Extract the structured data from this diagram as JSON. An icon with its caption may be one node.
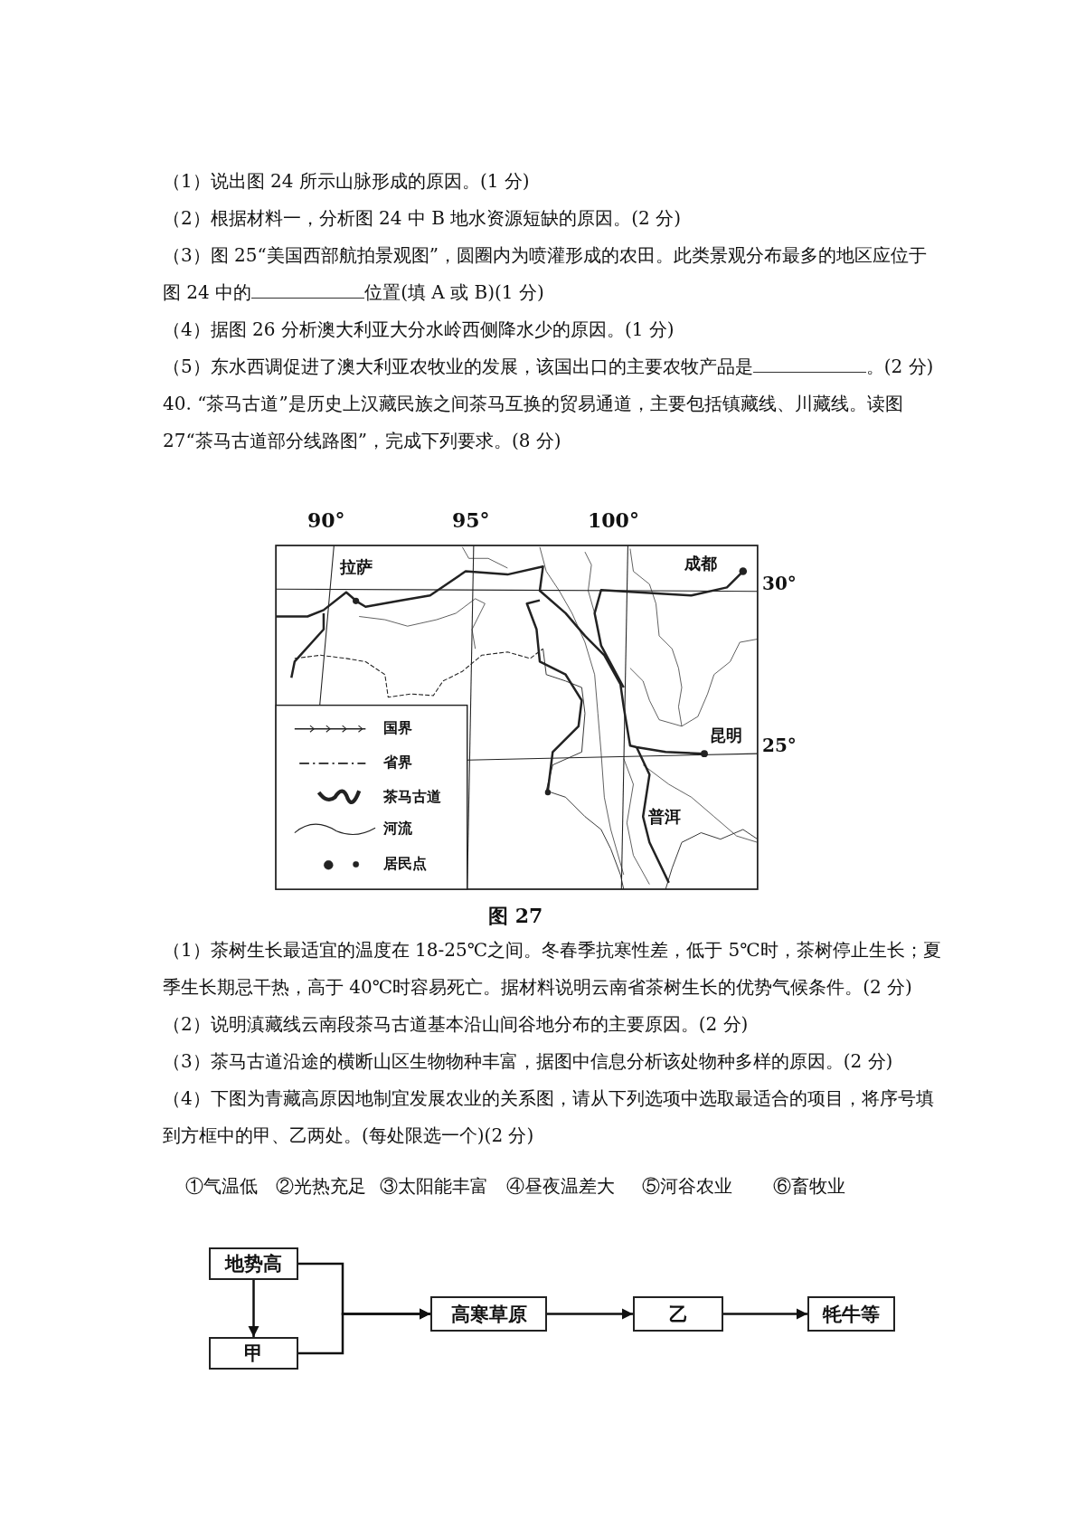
{
  "diagram": {
    "nodes": [
      {
        "text": [
          "地势高"
        ]
      },
      {
        "text": [
          "甲"
        ]
      },
      {
        "text": [
          "高寒草原"
        ]
      },
      {
        "text": [
          "乙"
        ]
      },
      {
        "text": [
          "牦牛等"
        ]
      }
    ],
    "edges": [
      {
        "from": 0,
        "to": 1,
        "arrow": "to"
      },
      {
        "from": 0,
        "to": 2,
        "arrow": "to"
      },
      {
        "from": 1,
        "to": 2,
        "arrow": "to"
      },
      {
        "from": 2,
        "to": 3,
        "arrow": "to"
      },
      {
        "from": 3,
        "to": 4,
        "arrow": "to"
      }
    ],
    "labels": [
      "（1）说出图 24 所示山脉形成的原因。(1 分)",
      "（2）根据材料一，分析图 24 中 B 地水资源短缺的原因。(2 分)",
      "（3）图 25“美国西部航拍景观图”，圆圈内为喷灌形成的农田。此类景观分布最多的地区应位于图 24 中的",
      "位置(填 A 或 B)(1 分)",
      "（4）据图 26 分析澳大利亚大分水岭西侧降水少的原因。(1 分)",
      "（5）东水西调促进了澳大利亚农牧业的发展，该国出口的主要农牧产品是",
      "。(2 分)",
      "40. “茶马古道”是历史上汉藏民族之间茶马互换的贸易通道，主要包括镇藏线、川藏线。读图 27“茶马古道部分线路图”，完成下列要求。(8 分)",
      "90°",
      "95°",
      "100°",
      "拉萨",
      "成都",
      "30°",
      "昆明",
      "25°",
      "普洱",
      "图 27",
      "（1）茶树生长最适宜的温度在 18-25℃之间。冬春季抗寒性差，低于 5℃时，茶树停止生长；夏季生长期忌干热，高于 40℃时容易死亡。据材料说明云南省茶树生长的优势气候条件。(2 分)",
      "（2）说明滇藏线云南段茶马古道基本沿山间谷地分布的主要原因。(2 分)",
      "（3）茶马古道沿途的横断山区生物物种丰富，据图中信息分析该处物种多样的原因。(2 分)",
      "（4）下图为青藏高原因地制宜发展农业的关系图，请从下列选项中选取最适合的项目，将序号填到方框中的甲、乙两处。(每处限选一个)(2 分)",
      "①气温低",
      "②光热充足",
      "③太阳能丰富",
      "④昼夜温差大",
      "⑤河谷农业",
      "⑥畜牧业"
    ],
    "legend": [
      {
        "text": "国界"
      },
      {
        "text": "省界"
      },
      {
        "text": "茶马古道"
      },
      {
        "text": "河流"
      },
      {
        "text": "居民点"
      }
    ]
  }
}
